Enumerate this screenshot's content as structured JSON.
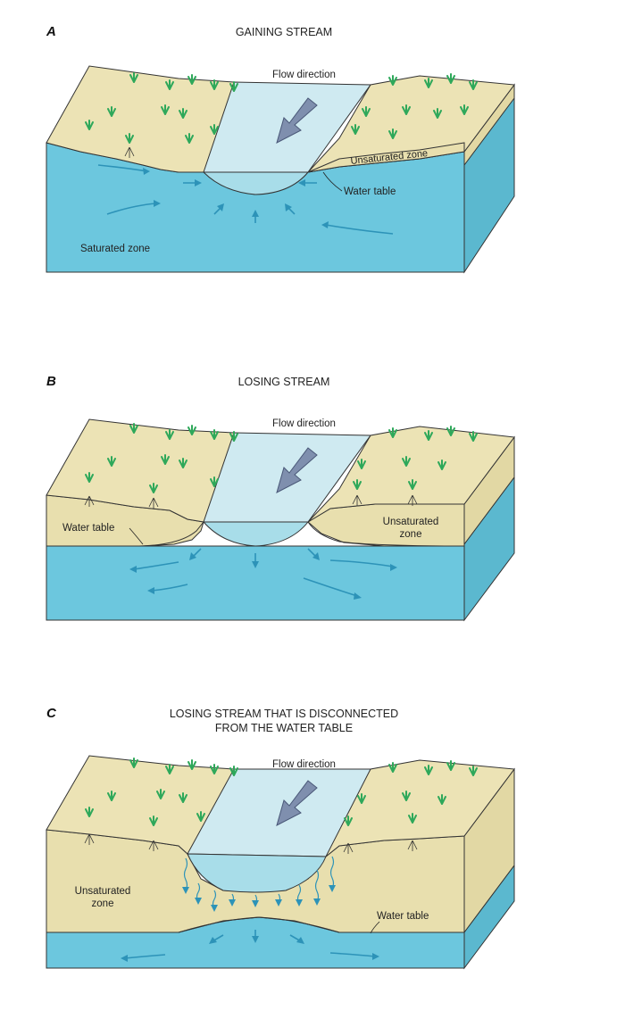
{
  "panels": [
    {
      "letter": "A",
      "title": [
        "GAINING STREAM"
      ],
      "flow_label": "Flow direction",
      "labels": {
        "unsaturated": "Unsaturated zone",
        "water_table": "Water table",
        "saturated": "Saturated zone"
      }
    },
    {
      "letter": "B",
      "title": [
        "LOSING STREAM"
      ],
      "flow_label": "Flow direction",
      "labels": {
        "water_table": "Water table",
        "unsaturated": [
          "Unsaturated",
          "zone"
        ]
      }
    },
    {
      "letter": "C",
      "title": [
        "LOSING STREAM THAT IS DISCONNECTED",
        "FROM THE WATER TABLE"
      ],
      "flow_label": "Flow direction",
      "labels": {
        "unsaturated": [
          "Unsaturated",
          "zone"
        ],
        "water_table": "Water table"
      }
    }
  ],
  "colors": {
    "ground": "#ece3b5",
    "groundwater": "#6cc7de",
    "stream": "#cfeaf1",
    "flow_arrow": "#7f8fae",
    "groundwater_arrows": "#2d93b8",
    "vegetation": "#2ea85a"
  }
}
